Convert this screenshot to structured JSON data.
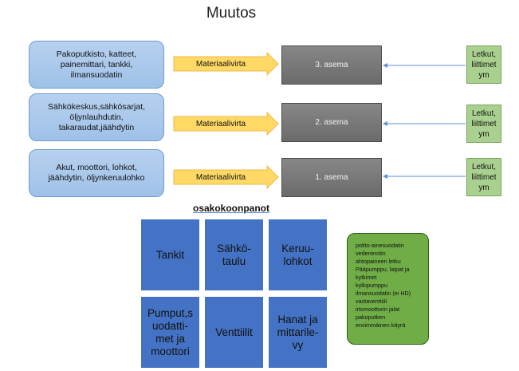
{
  "title": "Muutos",
  "rows": [
    {
      "components": "Pakoputkisto, katteet,\npainemittari, tankki,\nilmansuodatin",
      "flow_label": "Materiaalivirta",
      "station": "3. asema",
      "hose": "Letkut,\nliittimet\nym"
    },
    {
      "components": "Sähkökeskus,sähkösarjat,\nöljynlauhdutin,\ntakaraudat,jäähdytin",
      "flow_label": "Materiaalivirta",
      "station": "2. asema",
      "hose": "Letkut,\nliittimet\nym"
    },
    {
      "components": "Akut, moottori, lohkot,\njäähdytin, öljynkeruulohko",
      "flow_label": "Materiaalivirta",
      "station": "1. asema",
      "hose": "Letkut,\nliittimet\nym"
    }
  ],
  "subassemblies": {
    "heading": "osakokoonpanot",
    "tiles": [
      "Tankit",
      "Sähkö-\ntaulu",
      "Keruu-\nlohkot",
      "Pumput,s\nuodatti-\nmet ja\nmoottori",
      "Venttiilit",
      "Hanat ja\nmittarile-\nvy"
    ],
    "note_lines": [
      "poltto-ainesuodatin",
      "vedenerotin",
      "ahtopaineen letku",
      "Pääpumppu, laipat ja",
      "kytkimet",
      "kylkipumppu",
      "ilmansuodatin (ei HD)",
      "vastaventtiili",
      "irtomoottorin jalat",
      "pakoputken",
      "ensimmäinen käyrä"
    ]
  },
  "colors": {
    "component_box": "#9fc1e8",
    "flow_arrow": "#ffd966",
    "station": "#7a7a7a",
    "hose_box": "#a9d08e",
    "tile": "#4472c4",
    "note": "#70ad47",
    "feed_arrow": "#5b8fd6"
  }
}
